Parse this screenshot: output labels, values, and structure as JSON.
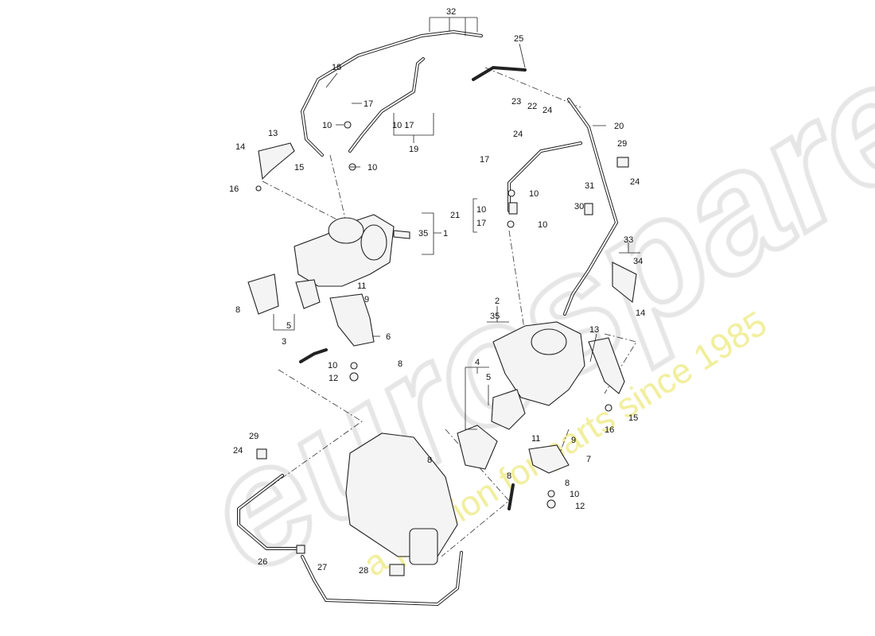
{
  "watermark": {
    "brand": "eurospares",
    "tagline": "a passion for parts since 1985",
    "brand_color": "#e6e6e6",
    "tagline_color": "#f1ee9a"
  },
  "callouts": [
    {
      "id": "32",
      "text": "32"
    },
    {
      "id": "25",
      "text": "25"
    },
    {
      "id": "18",
      "text": "18"
    },
    {
      "id": "17a",
      "text": "17"
    },
    {
      "id": "10a",
      "text": "10"
    },
    {
      "id": "1017",
      "text": "10 17"
    },
    {
      "id": "19",
      "text": "19"
    },
    {
      "id": "23",
      "text": "23"
    },
    {
      "id": "22",
      "text": "22"
    },
    {
      "id": "24a",
      "text": "24"
    },
    {
      "id": "24b",
      "text": "24"
    },
    {
      "id": "20",
      "text": "20"
    },
    {
      "id": "13a",
      "text": "13"
    },
    {
      "id": "14a",
      "text": "14"
    },
    {
      "id": "15a",
      "text": "15"
    },
    {
      "id": "16a",
      "text": "16"
    },
    {
      "id": "17b",
      "text": "17"
    },
    {
      "id": "10b",
      "text": "10"
    },
    {
      "id": "29a",
      "text": "29"
    },
    {
      "id": "24c",
      "text": "24"
    },
    {
      "id": "10c",
      "text": "10"
    },
    {
      "id": "31",
      "text": "31"
    },
    {
      "id": "30",
      "text": "30"
    },
    {
      "id": "21",
      "text": "21"
    },
    {
      "id": "10d",
      "text": "10"
    },
    {
      "id": "17c",
      "text": "17"
    },
    {
      "id": "10e",
      "text": "10"
    },
    {
      "id": "35a",
      "text": "35"
    },
    {
      "id": "1",
      "text": "1"
    },
    {
      "id": "33",
      "text": "33"
    },
    {
      "id": "34",
      "text": "34"
    },
    {
      "id": "2",
      "text": "2"
    },
    {
      "id": "35b",
      "text": "35"
    },
    {
      "id": "11a",
      "text": "11"
    },
    {
      "id": "9a",
      "text": "9"
    },
    {
      "id": "8a",
      "text": "8"
    },
    {
      "id": "5a",
      "text": "5"
    },
    {
      "id": "3",
      "text": "3"
    },
    {
      "id": "14b",
      "text": "14"
    },
    {
      "id": "6",
      "text": "6"
    },
    {
      "id": "13b",
      "text": "13"
    },
    {
      "id": "8b",
      "text": "8"
    },
    {
      "id": "10f",
      "text": "10"
    },
    {
      "id": "12a",
      "text": "12"
    },
    {
      "id": "4",
      "text": "4"
    },
    {
      "id": "5b",
      "text": "5"
    },
    {
      "id": "15b",
      "text": "15"
    },
    {
      "id": "16b",
      "text": "16"
    },
    {
      "id": "29b",
      "text": "29"
    },
    {
      "id": "24d",
      "text": "24"
    },
    {
      "id": "11b",
      "text": "11"
    },
    {
      "id": "9b",
      "text": "9"
    },
    {
      "id": "8c",
      "text": "8"
    },
    {
      "id": "7",
      "text": "7"
    },
    {
      "id": "8d",
      "text": "8"
    },
    {
      "id": "8e",
      "text": "8"
    },
    {
      "id": "10g",
      "text": "10"
    },
    {
      "id": "12b",
      "text": "12"
    },
    {
      "id": "26",
      "text": "26"
    },
    {
      "id": "27",
      "text": "27"
    },
    {
      "id": "28",
      "text": "28"
    }
  ]
}
